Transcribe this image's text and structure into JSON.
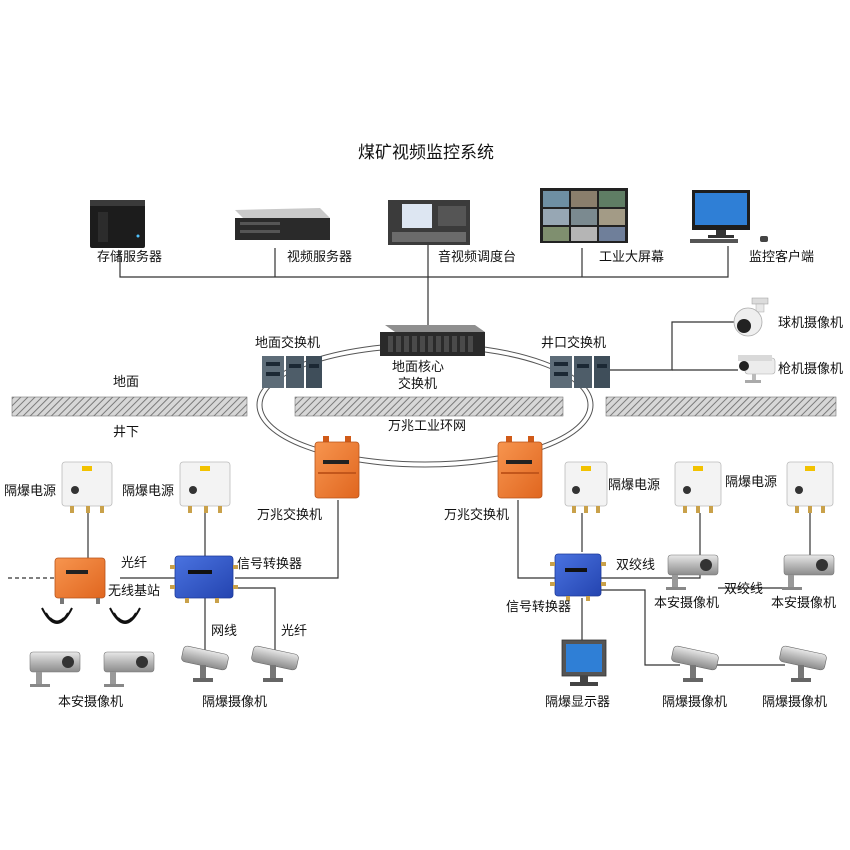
{
  "title": "煤矿视频监控系统",
  "top_devices": {
    "storage": "存储服务器",
    "video_server": "视频服务器",
    "av_console": "音视频调度台",
    "big_screen": "工业大屏幕",
    "client": "监控客户端"
  },
  "network": {
    "ground_switch": "地面交换机",
    "core_switch_line1": "地面核心",
    "core_switch_line2": "交换机",
    "well_switch": "井口交换机",
    "dome_camera": "球机摄像机",
    "bullet_camera": "枪机摄像机",
    "ground": "地面",
    "underground": "井下",
    "ring": "万兆工业环网"
  },
  "left_branch": {
    "psu_1": "隔爆电源",
    "psu_2": "隔爆电源",
    "switch": "万兆交换机",
    "fiber_1": "光纤",
    "wireless_station": "无线基站",
    "signal_converter": "信号转换器",
    "cable": "网线",
    "fiber_2": "光纤",
    "safe_camera": "本安摄像机",
    "explosion_camera": "隔爆摄像机"
  },
  "right_branch": {
    "switch": "万兆交换机",
    "psu_1": "隔爆电源",
    "psu_2": "隔爆电源",
    "twisted_1": "双绞线",
    "twisted_2": "双绞线",
    "signal_converter": "信号转换器",
    "safe_camera_1": "本安摄像机",
    "safe_camera_2": "本安摄像机",
    "display": "隔爆显示器",
    "explosion_camera_1": "隔爆摄像机",
    "explosion_camera_2": "隔爆摄像机"
  },
  "colors": {
    "line": "#333333",
    "orange": "#f07a32",
    "blue": "#2f56c9",
    "hatch": "#888888"
  }
}
